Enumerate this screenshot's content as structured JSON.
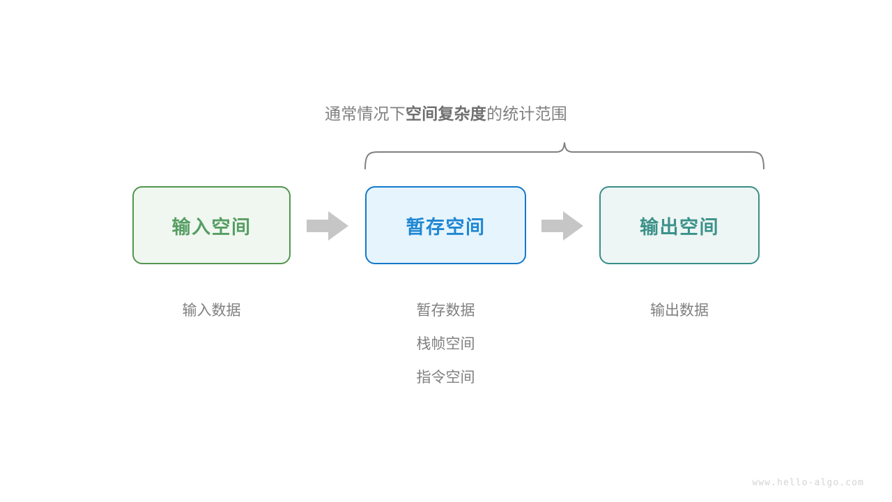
{
  "scope_note": {
    "lead": "通常情况下",
    "strong": "空间复杂度",
    "tail": "的统计范围"
  },
  "boxes": [
    {
      "id": "input",
      "label": "输入空间",
      "accent": "#569e63",
      "border": "#53954f",
      "fill": "#f0f7f0",
      "captions": [
        "输入数据"
      ]
    },
    {
      "id": "temp",
      "label": "暂存空间",
      "accent": "#1f87d2",
      "border": "#1479ca",
      "fill": "#e6f4fd",
      "captions": [
        "暂存数据",
        "栈帧空间",
        "指令空间"
      ]
    },
    {
      "id": "output",
      "label": "输出空间",
      "accent": "#3c918a",
      "border": "#3a8d87",
      "fill": "#edf6f4",
      "captions": [
        "输出数据"
      ]
    }
  ],
  "arrows": {
    "color": "#c6c6c6",
    "count": 2
  },
  "brace": {
    "color": "#808080",
    "spans_boxes": [
      "temp",
      "output"
    ]
  },
  "watermark": "www.hello-algo.com"
}
